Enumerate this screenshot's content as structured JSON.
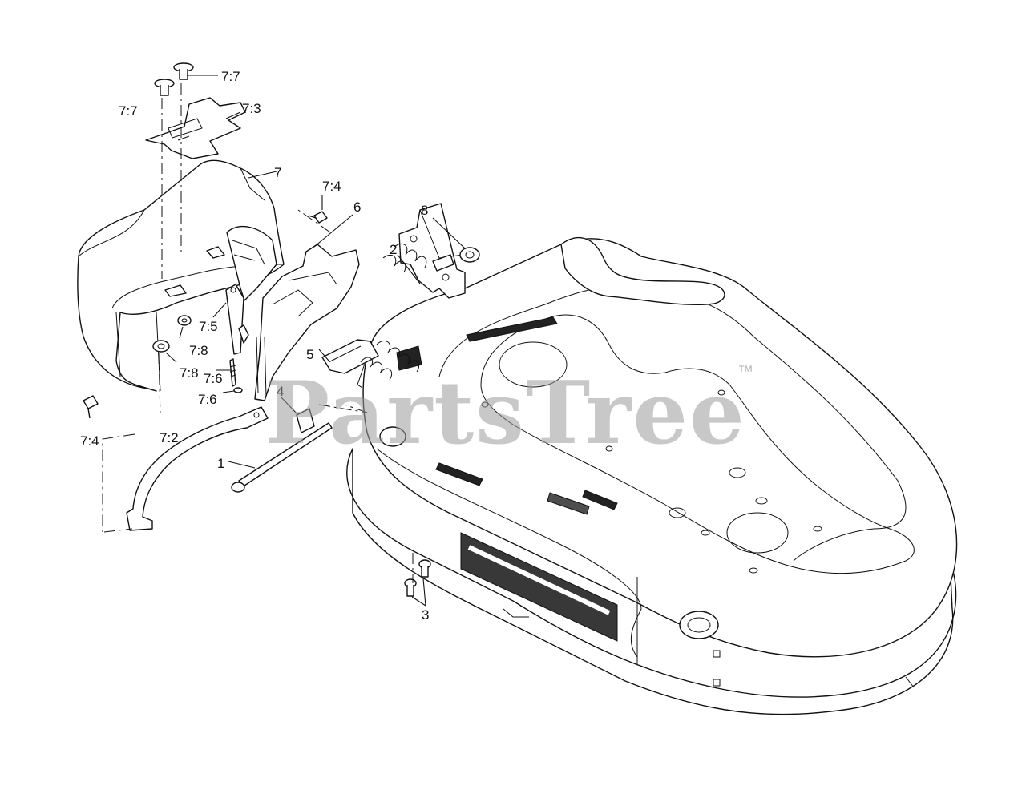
{
  "labels": {
    "l77a": "7:7",
    "l77b": "7:7",
    "l73": "7:3",
    "l7": "7",
    "l74a": "7:4",
    "l6": "6",
    "l8": "8",
    "l2": "2",
    "l75": "7:5",
    "l78a": "7:8",
    "l78b": "7:8",
    "l76a": "7:6",
    "l76b": "7:6",
    "l5": "5",
    "l4": "4",
    "l74b": "7:4",
    "l72": "7:2",
    "l1": "1",
    "l3": "3"
  },
  "watermark": {
    "text": "PartsTree",
    "trademark": "™"
  },
  "colors": {
    "line": "#111111",
    "watermark": "#9a9a9a",
    "background": "#ffffff"
  }
}
